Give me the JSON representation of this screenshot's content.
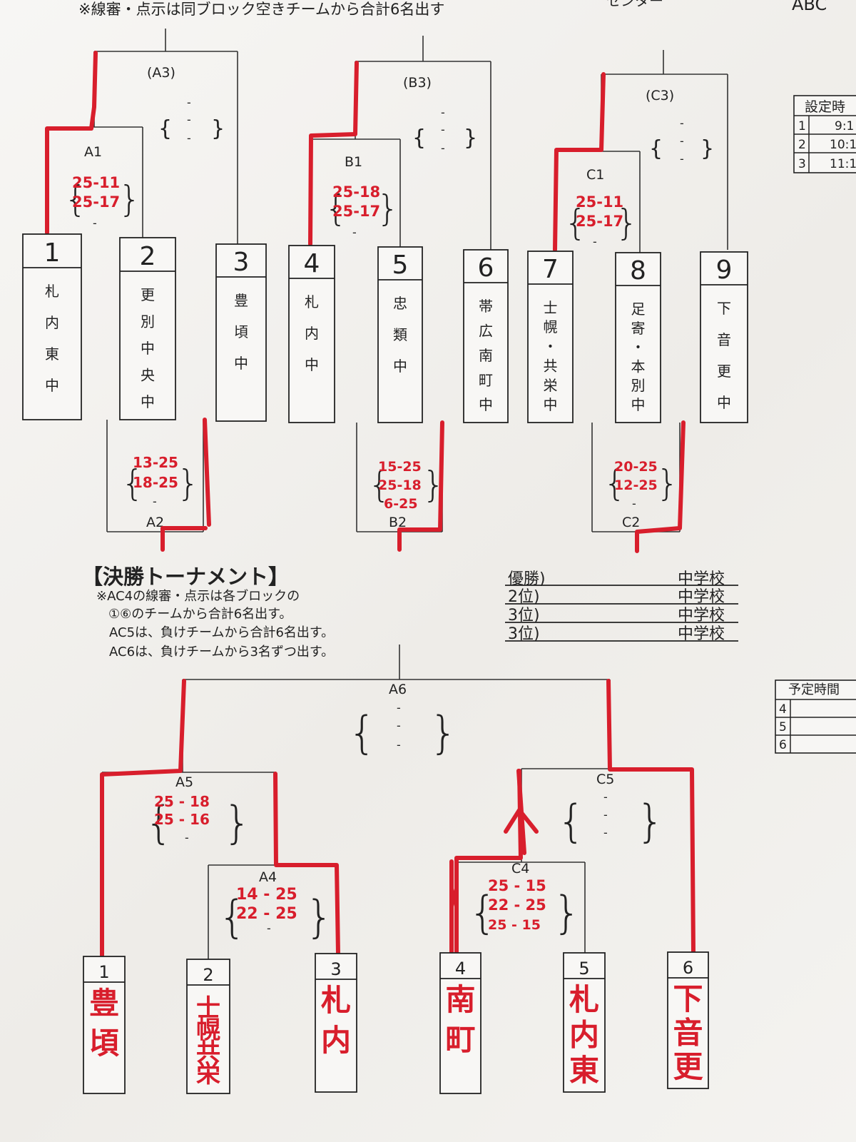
{
  "header": {
    "top_note": "※線審・点示は同ブロック空きチームから合計6名出す",
    "top_right": "ABC",
    "top_mid": "センター"
  },
  "preliminary": {
    "blocks": [
      {
        "top_label": "(A3)",
        "match_label": "A1",
        "scores": [
          "25-11",
          "25-17",
          "-"
        ],
        "lower_label": "A2",
        "lower_scores": [
          "13-25",
          "18-25",
          "-"
        ]
      },
      {
        "top_label": "(B3)",
        "match_label": "B1",
        "scores": [
          "25-18",
          "25-17",
          "-"
        ],
        "lower_label": "B2",
        "lower_scores": [
          "15-25",
          "25-18",
          "6-25"
        ]
      },
      {
        "top_label": "(C3)",
        "match_label": "C1",
        "scores": [
          "25-11",
          "25-17",
          "-"
        ],
        "lower_label": "C2",
        "lower_scores": [
          "20-25",
          "12-25",
          "-"
        ]
      }
    ],
    "teams": [
      {
        "num": "1",
        "name": "札内東中"
      },
      {
        "num": "2",
        "name": "更別中央中"
      },
      {
        "num": "3",
        "name": "豊頃中"
      },
      {
        "num": "4",
        "name": "札内中"
      },
      {
        "num": "5",
        "name": "忠類中"
      },
      {
        "num": "6",
        "name": "帯広南町中"
      },
      {
        "num": "7",
        "name": "士幌・共栄中"
      },
      {
        "num": "8",
        "name": "足寄・本別中"
      },
      {
        "num": "9",
        "name": "下音更中"
      }
    ]
  },
  "schedule_table": {
    "title": "設定時",
    "rows": [
      {
        "n": "1",
        "t": "9:1"
      },
      {
        "n": "2",
        "t": "10:1"
      },
      {
        "n": "3",
        "t": "11:1"
      }
    ]
  },
  "final": {
    "heading": "【決勝トーナメント】",
    "notes": [
      "※AC4の線審・点示は各ブロックの",
      "①⑥のチームから合計6名出す。",
      "AC5は、負けチームから合計6名出す。",
      "AC6は、負けチームから3名ずつ出す。"
    ],
    "results": [
      {
        "rank": "優勝)",
        "school": "中学校"
      },
      {
        "rank": "2位)",
        "school": "中学校"
      },
      {
        "rank": "3位)",
        "school": "中学校"
      },
      {
        "rank": "3位)",
        "school": "中学校"
      }
    ],
    "matches": {
      "A6": {
        "label": "A6",
        "scores": [
          "-",
          "-",
          "-"
        ]
      },
      "A5": {
        "label": "A5",
        "scores": [
          "25 - 18",
          "25 - 16",
          "-"
        ]
      },
      "A4": {
        "label": "A4",
        "scores": [
          "14 - 25",
          "22 - 25",
          "-"
        ]
      },
      "C5": {
        "label": "C5",
        "scores": [
          "-",
          "-",
          "-"
        ]
      },
      "C4": {
        "label": "C4",
        "scores": [
          "25 - 15",
          "22 - 25",
          "25 - 15"
        ]
      }
    },
    "teams": [
      {
        "num": "1",
        "name": "豊頃"
      },
      {
        "num": "2",
        "name": "士幌共栄"
      },
      {
        "num": "3",
        "name": "札内"
      },
      {
        "num": "4",
        "name": "南町"
      },
      {
        "num": "5",
        "name": "札内東"
      },
      {
        "num": "6",
        "name": "下音更"
      }
    ]
  },
  "time_table": {
    "title": "予定時間",
    "rows": [
      "4",
      "5",
      "6"
    ]
  },
  "colors": {
    "ink": "#222222",
    "red_marker": "#d81e2c",
    "paper": "#f5f4f1"
  }
}
